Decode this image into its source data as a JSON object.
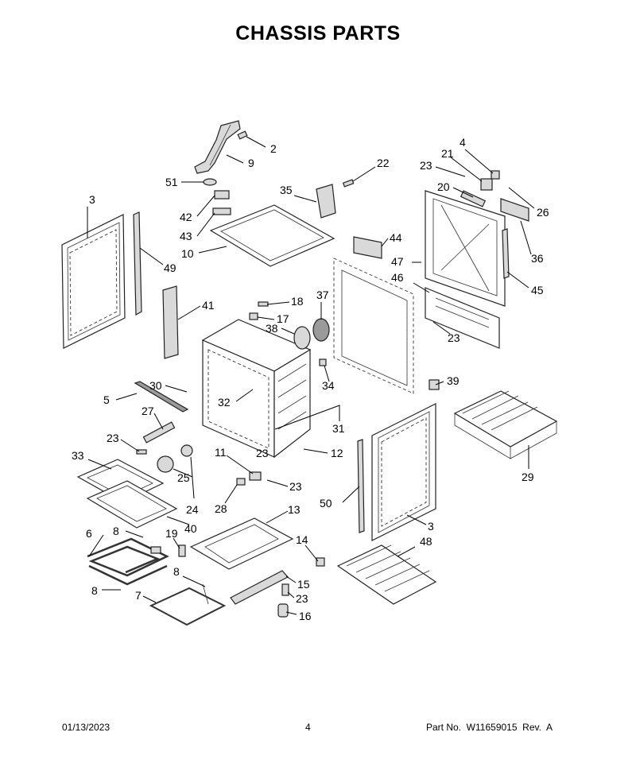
{
  "title": "CHASSIS PARTS",
  "footer": {
    "date": "01/13/2023",
    "page": "4",
    "part_no": "Part No.  W11659015  Rev.  A"
  },
  "callouts": [
    "2",
    "9",
    "51",
    "3",
    "42",
    "43",
    "10",
    "49",
    "41",
    "5",
    "30",
    "27",
    "23",
    "33",
    "32",
    "18",
    "17",
    "37",
    "38",
    "35",
    "22",
    "44",
    "47",
    "46",
    "21",
    "23",
    "20",
    "4",
    "26",
    "36",
    "45",
    "23",
    "34",
    "39",
    "31",
    "12",
    "23",
    "11",
    "25",
    "24",
    "28",
    "40",
    "6",
    "8",
    "19",
    "13",
    "14",
    "8",
    "15",
    "23",
    "16",
    "7",
    "8",
    "50",
    "3",
    "48",
    "29",
    "23"
  ]
}
